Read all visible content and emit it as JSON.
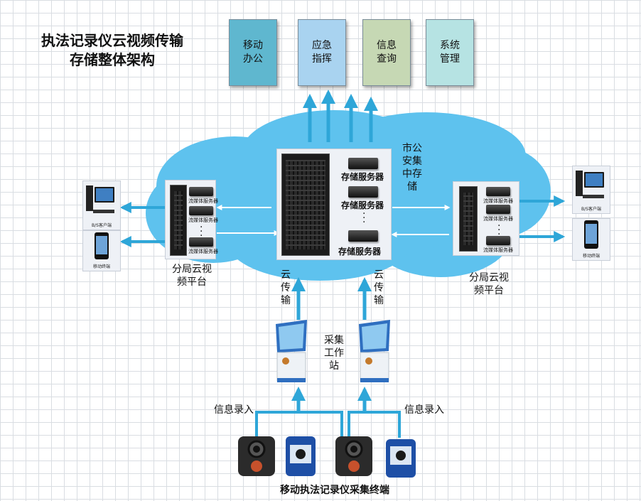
{
  "title_line1": "执法记录仪云视频传输",
  "title_line2": "存储整体架构",
  "apps": [
    {
      "label": "移动\n办公",
      "color": "#5fb7cf"
    },
    {
      "label": "应急\n指挥",
      "color": "#a9d3f0"
    },
    {
      "label": "信息\n查询",
      "color": "#c6d8b4"
    },
    {
      "label": "系统\n管理",
      "color": "#b6e3e3"
    }
  ],
  "central_storage": {
    "server_label": "存储服务器",
    "label": "市公\n安集\n中存\n储"
  },
  "branch_label": "分局云视\n频平台",
  "stream_server_label": "流媒体服务器",
  "cloud_transfer_label": "云\n传\n输",
  "workstation_label": "采集\n工作\n站",
  "info_input_label": "信息录入",
  "terminal_label": "移动执法记录仪采集终端",
  "clients": {
    "bs_client": "B/S客户端",
    "mobile_terminal": "移动终端"
  },
  "colors": {
    "cloud_fill": "#5ec2ee",
    "arrow": "#2ea6d8"
  }
}
